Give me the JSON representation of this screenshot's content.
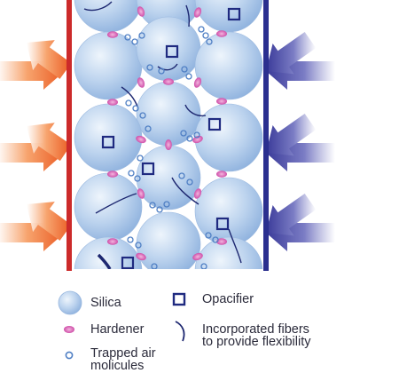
{
  "legend": {
    "silica": "Silica",
    "opacifier": "Opacifier",
    "hardener": "Hardener",
    "fibers_line1": "Incorporated fibers",
    "fibers_line2": "to provide flexibility",
    "air_line1": "Trapped air",
    "air_line2": "molicules"
  },
  "colors": {
    "hot_wall": "#cc2a2a",
    "cold_wall": "#2b2f8f",
    "hot_arrow": "#ee6a2c",
    "cold_arrow": "#3a3a99",
    "silica": "#a6c4e6",
    "hardener": "#d45ab0",
    "opacifier": "#1f2a80",
    "fiber": "#1d2770",
    "air": "#4f7fc4"
  },
  "icons": [
    "hot-arrow-icon",
    "cold-arrow-icon",
    "silica-sphere-icon",
    "hardener-icon",
    "opacifier-icon",
    "fiber-icon",
    "air-bubble-icon"
  ]
}
